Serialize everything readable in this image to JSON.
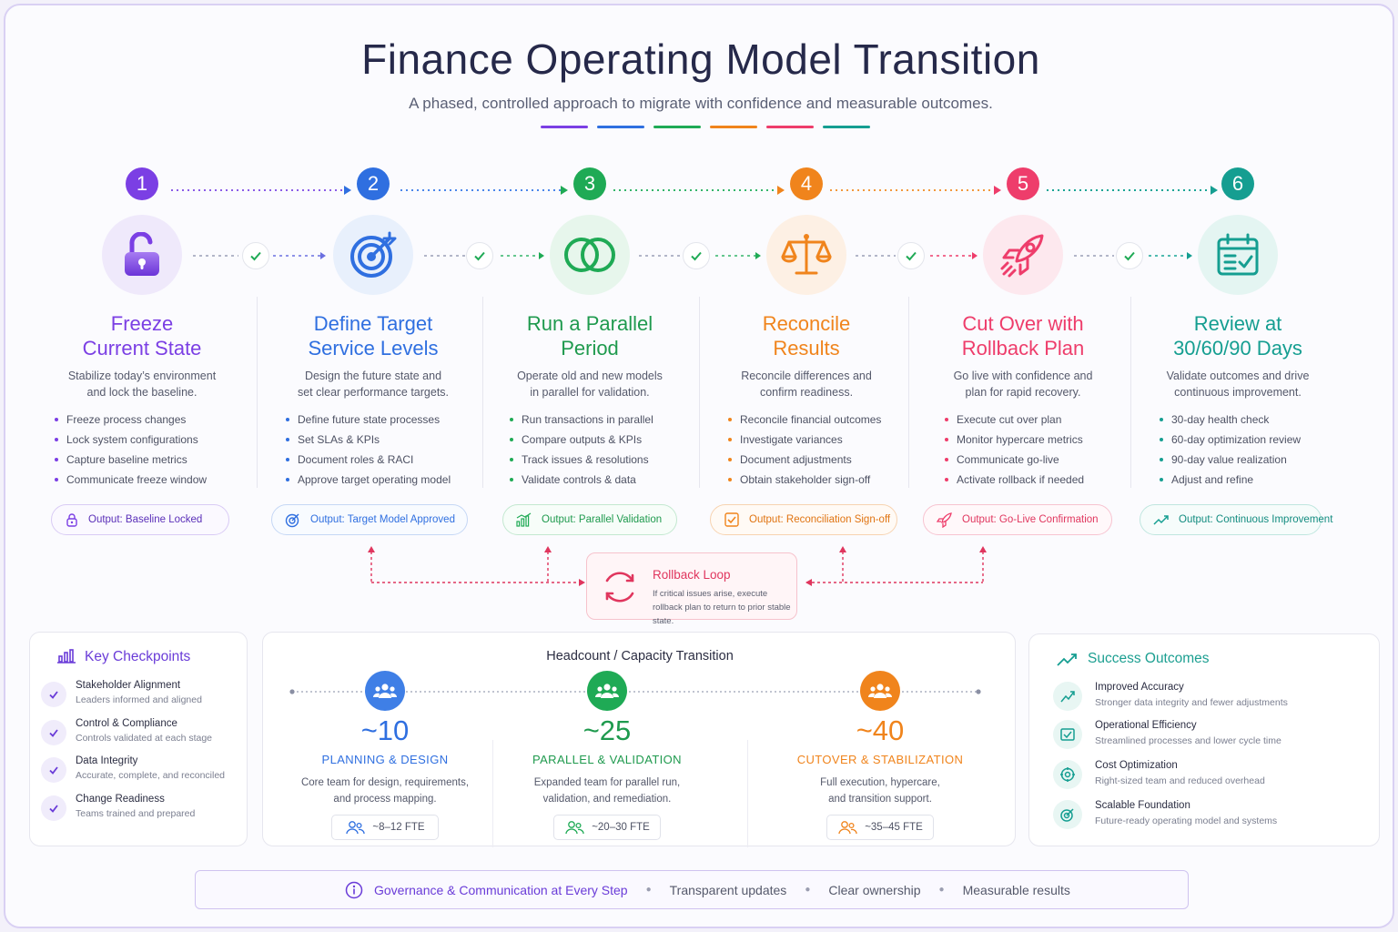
{
  "title": "Finance Operating Model Transition",
  "subtitle": "A phased, controlled approach to migrate with confidence and measurable outcomes.",
  "colors": {
    "purple": "#7b3fe4",
    "blue": "#2f6fe0",
    "green": "#1faa55",
    "orange": "#f0841c",
    "pink": "#ee3d6b",
    "teal": "#159e91"
  },
  "steps": [
    {
      "number": "1",
      "icon": "unlock-icon",
      "title_line1": "Freeze",
      "title_line2": "Current State",
      "desc_line1": "Stabilize today’s environment",
      "desc_line2": "and lock the baseline.",
      "bullets": [
        "Freeze process changes",
        "Lock system configurations",
        "Capture baseline metrics",
        "Communicate freeze window"
      ],
      "output": "Output: Baseline Locked"
    },
    {
      "number": "2",
      "icon": "target-icon",
      "title_line1": "Define Target",
      "title_line2": "Service Levels",
      "desc_line1": "Design the future state and",
      "desc_line2": "set clear performance targets.",
      "bullets": [
        "Define future state processes",
        "Set SLAs & KPIs",
        "Document roles & RACI",
        "Approve target operating model"
      ],
      "output": "Output: Target Model Approved"
    },
    {
      "number": "3",
      "icon": "overlapping-circles-icon",
      "title_line1": "Run a Parallel",
      "title_line2": "Period",
      "desc_line1": "Operate old and new models",
      "desc_line2": "in parallel for validation.",
      "bullets": [
        "Run transactions in parallel",
        "Compare outputs & KPIs",
        "Track issues & resolutions",
        "Validate controls & data"
      ],
      "output": "Output: Parallel Validation"
    },
    {
      "number": "4",
      "icon": "scales-icon",
      "title_line1": "Reconcile",
      "title_line2": "Results",
      "desc_line1": "Reconcile differences and",
      "desc_line2": "confirm readiness.",
      "bullets": [
        "Reconcile financial outcomes",
        "Investigate variances",
        "Document adjustments",
        "Obtain stakeholder sign-off"
      ],
      "output": "Output: Reconciliation Sign-off"
    },
    {
      "number": "5",
      "icon": "rocket-icon",
      "title_line1": "Cut Over with",
      "title_line2": "Rollback Plan",
      "desc_line1": "Go live with confidence and",
      "desc_line2": "plan for rapid recovery.",
      "bullets": [
        "Execute cut over plan",
        "Monitor hypercare metrics",
        "Communicate go-live",
        "Activate rollback if needed"
      ],
      "output": "Output: Go-Live Confirmation"
    },
    {
      "number": "6",
      "icon": "calendar-check-icon",
      "title_line1": "Review at",
      "title_line2": "30/60/90 Days",
      "desc_line1": "Validate outcomes and drive",
      "desc_line2": "continuous improvement.",
      "bullets": [
        "30-day health check",
        "60-day optimization review",
        "90-day value realization",
        "Adjust and refine"
      ],
      "output": "Output: Continuous Improvement"
    }
  ],
  "rollback": {
    "title": "Rollback Loop",
    "desc": "If critical issues arise, execute rollback plan to return to prior stable state."
  },
  "checkpoints": {
    "title": "Key Checkpoints",
    "items": [
      {
        "title": "Stakeholder Alignment",
        "desc": "Leaders informed and aligned"
      },
      {
        "title": "Control & Compliance",
        "desc": "Controls validated at each stage"
      },
      {
        "title": "Data Integrity",
        "desc": "Accurate, complete, and reconciled"
      },
      {
        "title": "Change Readiness",
        "desc": "Teams trained and prepared"
      }
    ]
  },
  "headcount": {
    "title": "Headcount / Capacity Transition",
    "phases": [
      {
        "value": "~10",
        "label": "PLANNING & DESIGN",
        "desc_line1": "Core team for design, requirements,",
        "desc_line2": "and process mapping.",
        "fte": "~8–12 FTE"
      },
      {
        "value": "~25",
        "label": "PARALLEL & VALIDATION",
        "desc_line1": "Expanded team for parallel run,",
        "desc_line2": "validation, and remediation.",
        "fte": "~20–30 FTE"
      },
      {
        "value": "~40",
        "label": "CUTOVER & STABILIZATION",
        "desc_line1": "Full execution, hypercare,",
        "desc_line2": "and transition support.",
        "fte": "~35–45 FTE"
      }
    ]
  },
  "outcomes": {
    "title": "Success Outcomes",
    "items": [
      {
        "title": "Improved Accuracy",
        "desc": "Stronger data integrity and fewer adjustments"
      },
      {
        "title": "Operational Efficiency",
        "desc": "Streamlined processes and lower cycle time"
      },
      {
        "title": "Cost Optimization",
        "desc": "Right-sized team and reduced overhead"
      },
      {
        "title": "Scalable Foundation",
        "desc": "Future-ready operating model and systems"
      }
    ]
  },
  "governance": {
    "title": "Governance & Communication at Every Step",
    "items": [
      "Transparent updates",
      "Clear ownership",
      "Measurable results"
    ]
  }
}
